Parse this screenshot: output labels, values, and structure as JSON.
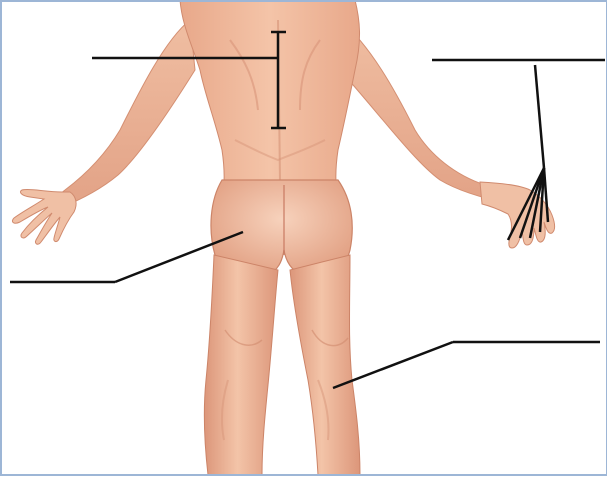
{
  "figure": {
    "subject": "human-body-posterior-view",
    "colors": {
      "frame": "#9db6d6",
      "skin_light": "#f6cdb3",
      "skin_mid": "#eeb495",
      "skin_dark": "#d98f72",
      "shadow": "#c97a62",
      "leader_line": "#111111"
    }
  },
  "labels": [
    {
      "id": "label-back",
      "text": ""
    },
    {
      "id": "label-fingers",
      "text": ""
    },
    {
      "id": "label-gluteal",
      "text": ""
    },
    {
      "id": "label-calf",
      "text": ""
    }
  ]
}
